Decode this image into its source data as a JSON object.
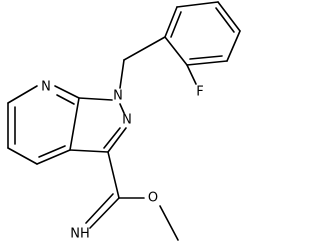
{
  "atoms": {
    "pyridine_n": "N",
    "ring_n1": "N",
    "ring_n2": "N",
    "fluorine": "F",
    "imine": "NH",
    "ether_o": "O"
  },
  "colors": {
    "bond": "#000000",
    "background": "#ffffff"
  }
}
